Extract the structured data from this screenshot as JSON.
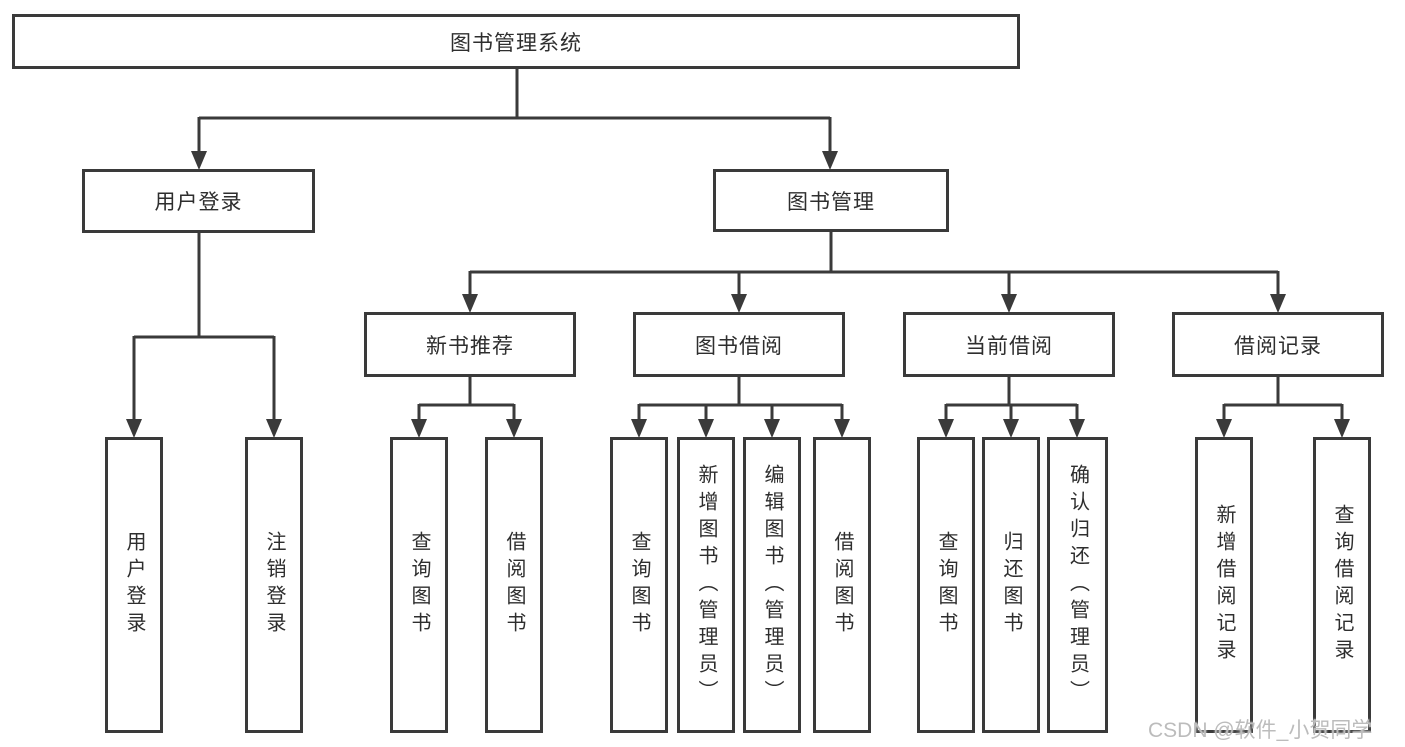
{
  "diagram_type": "hierarchy-tree",
  "colors": {
    "line": "#3a3a3a",
    "box_border": "#3a3a3a",
    "text": "#2e2e2e",
    "background": "#ffffff",
    "watermark": "#bcbcbc"
  },
  "tree": {
    "label": "图书管理系统",
    "children": [
      {
        "label": "用户登录",
        "children": [
          {
            "label": "用户登录"
          },
          {
            "label": "注销登录"
          }
        ]
      },
      {
        "label": "图书管理",
        "children": [
          {
            "label": "新书推荐",
            "children": [
              {
                "label": "查询图书"
              },
              {
                "label": "借阅图书"
              }
            ]
          },
          {
            "label": "图书借阅",
            "children": [
              {
                "label": "查询图书"
              },
              {
                "label": "新增图书（管理员）"
              },
              {
                "label": "编辑图书（管理员）"
              },
              {
                "label": "借阅图书"
              }
            ]
          },
          {
            "label": "当前借阅",
            "children": [
              {
                "label": "查询图书"
              },
              {
                "label": "归还图书"
              },
              {
                "label": "确认归还（管理员）"
              }
            ]
          },
          {
            "label": "借阅记录",
            "children": [
              {
                "label": "新增借阅记录"
              },
              {
                "label": "查询借阅记录"
              }
            ]
          }
        ]
      }
    ]
  },
  "watermark": {
    "text": "CSDN @软件_小贺同学"
  }
}
